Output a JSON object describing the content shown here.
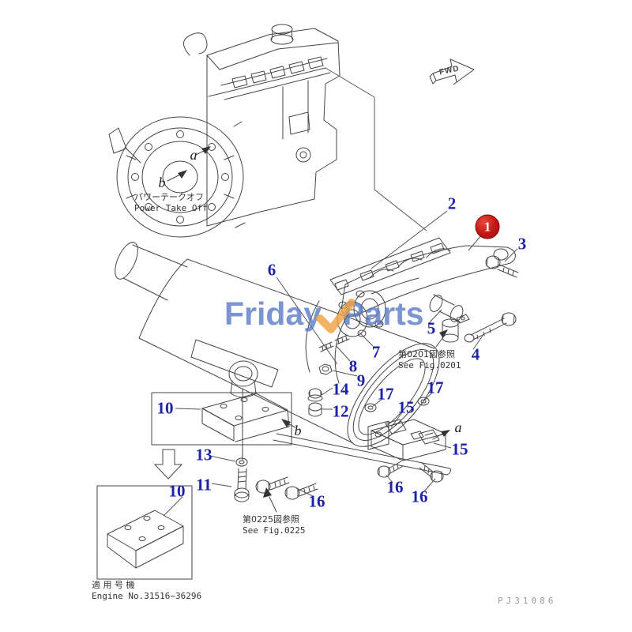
{
  "figure": {
    "drawing_code": "PJ31086",
    "fwd_label": "FWD"
  },
  "watermark": {
    "brand_first": "Friday",
    "brand_second": "Parts"
  },
  "engine_label": {
    "jp": "パワーテークオフ",
    "en": "Power Take Off"
  },
  "references": {
    "fig0201": {
      "jp": "第0201図参照",
      "en": "See Fig.0201"
    },
    "fig0225": {
      "jp": "第0225図参照",
      "en": "See Fig.0225"
    }
  },
  "applicability": {
    "jp": "適 用 号 機",
    "en": "Engine No.31516~36296"
  },
  "callouts": [
    {
      "id": "c0",
      "label": "2",
      "highlighted": false
    },
    {
      "id": "c1",
      "label": "1",
      "highlighted": true
    },
    {
      "id": "c2",
      "label": "3",
      "highlighted": false
    },
    {
      "id": "c3",
      "label": "6",
      "highlighted": false
    },
    {
      "id": "c4",
      "label": "7",
      "highlighted": false
    },
    {
      "id": "c5",
      "label": "8",
      "highlighted": false
    },
    {
      "id": "c6",
      "label": "9",
      "highlighted": false
    },
    {
      "id": "c7",
      "label": "14",
      "highlighted": false
    },
    {
      "id": "c8",
      "label": "12",
      "highlighted": false
    },
    {
      "id": "c9",
      "label": "5",
      "highlighted": false
    },
    {
      "id": "c10",
      "label": "4",
      "highlighted": false
    },
    {
      "id": "c11",
      "label": "17",
      "highlighted": false
    },
    {
      "id": "c12",
      "label": "15",
      "highlighted": false
    },
    {
      "id": "c13",
      "label": "17",
      "highlighted": false
    },
    {
      "id": "c14",
      "label": "15",
      "highlighted": false
    },
    {
      "id": "c15",
      "label": "16",
      "highlighted": false
    },
    {
      "id": "c16",
      "label": "16",
      "highlighted": false
    },
    {
      "id": "c17",
      "label": "10",
      "highlighted": false
    },
    {
      "id": "c18",
      "label": "13",
      "highlighted": false
    },
    {
      "id": "c19",
      "label": "11",
      "highlighted": false
    },
    {
      "id": "c20",
      "label": "16",
      "highlighted": false
    },
    {
      "id": "c21",
      "label": "10",
      "highlighted": false
    }
  ],
  "view_markers": [
    {
      "label": "a"
    },
    {
      "label": "b"
    },
    {
      "label": "b"
    },
    {
      "label": "a"
    }
  ],
  "colors": {
    "callout_blue": "#1e22a8",
    "highlight_red": "#c41515",
    "line": "#454545",
    "code_gray": "#999999",
    "watermark_blue": "#5676c5",
    "watermark_orange": "#f0a243"
  }
}
